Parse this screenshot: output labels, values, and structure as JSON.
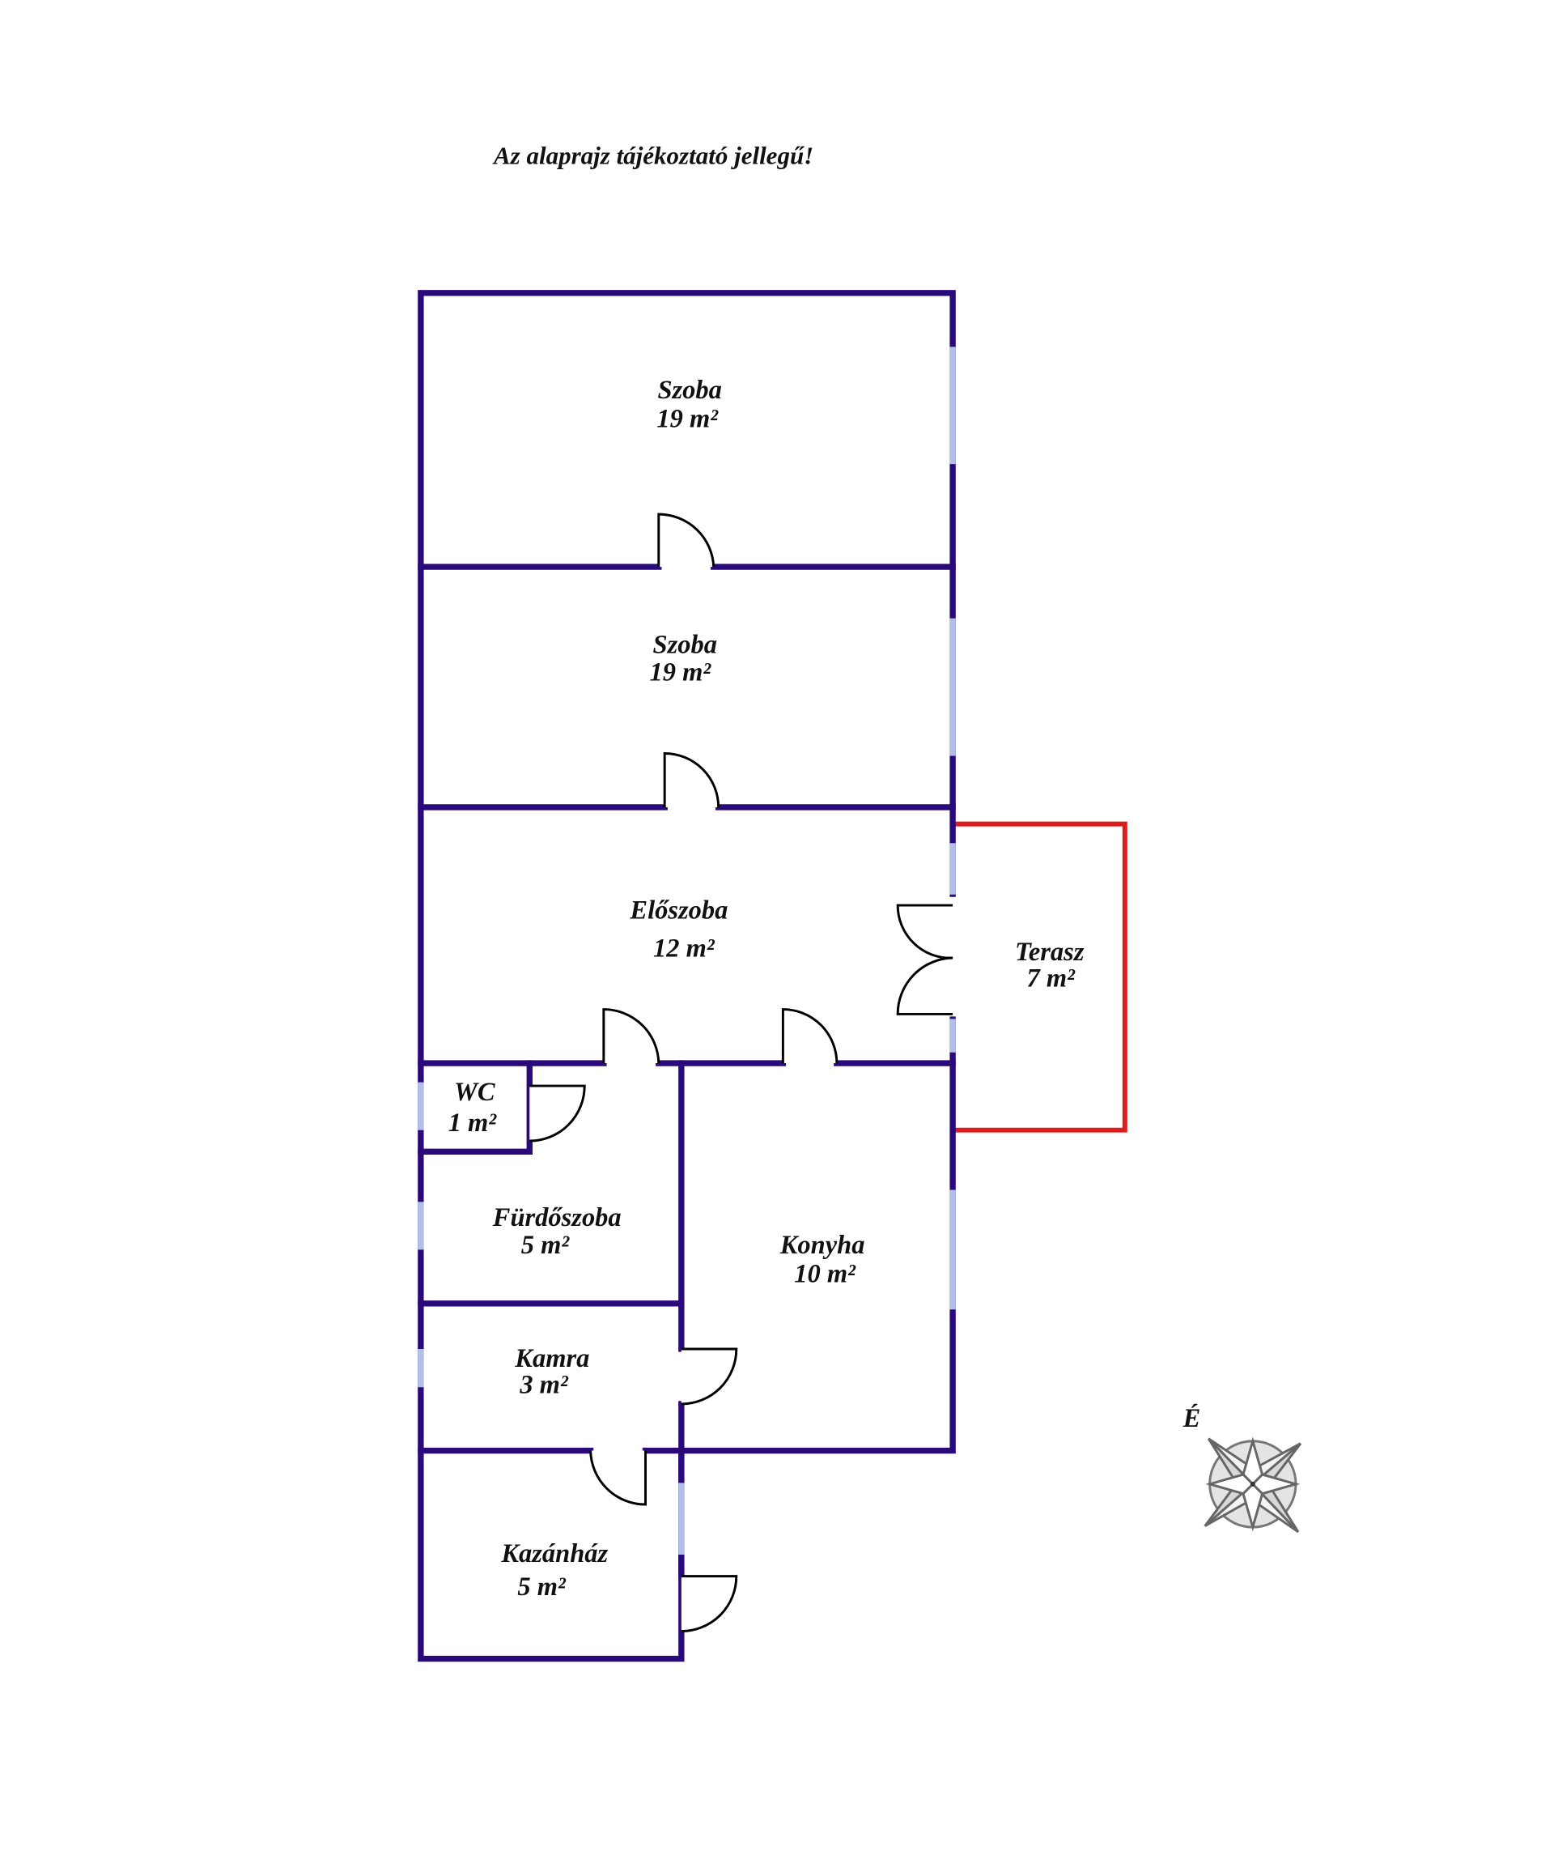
{
  "note": "Az alaprajz tájékoztató jellegű!",
  "rooms": [
    {
      "name": "Szoba",
      "area": "19 m²"
    },
    {
      "name": "Szoba",
      "area": "19 m²"
    },
    {
      "name": "Előszoba",
      "area": "12 m²"
    },
    {
      "name": "Terasz",
      "area": "7 m²"
    },
    {
      "name": "WC",
      "area": "1 m²"
    },
    {
      "name": "Fürdőszoba",
      "area": "5 m²"
    },
    {
      "name": "Konyha",
      "area": "10 m²"
    },
    {
      "name": "Kamra",
      "area": "3 m²"
    },
    {
      "name": "Kazánház",
      "area": "5 m²"
    }
  ],
  "compass": {
    "north_label": "É"
  },
  "colors": {
    "wall": "#2a0a7a",
    "window": "#b4bfe8",
    "terrace": "#dd1c1c"
  }
}
